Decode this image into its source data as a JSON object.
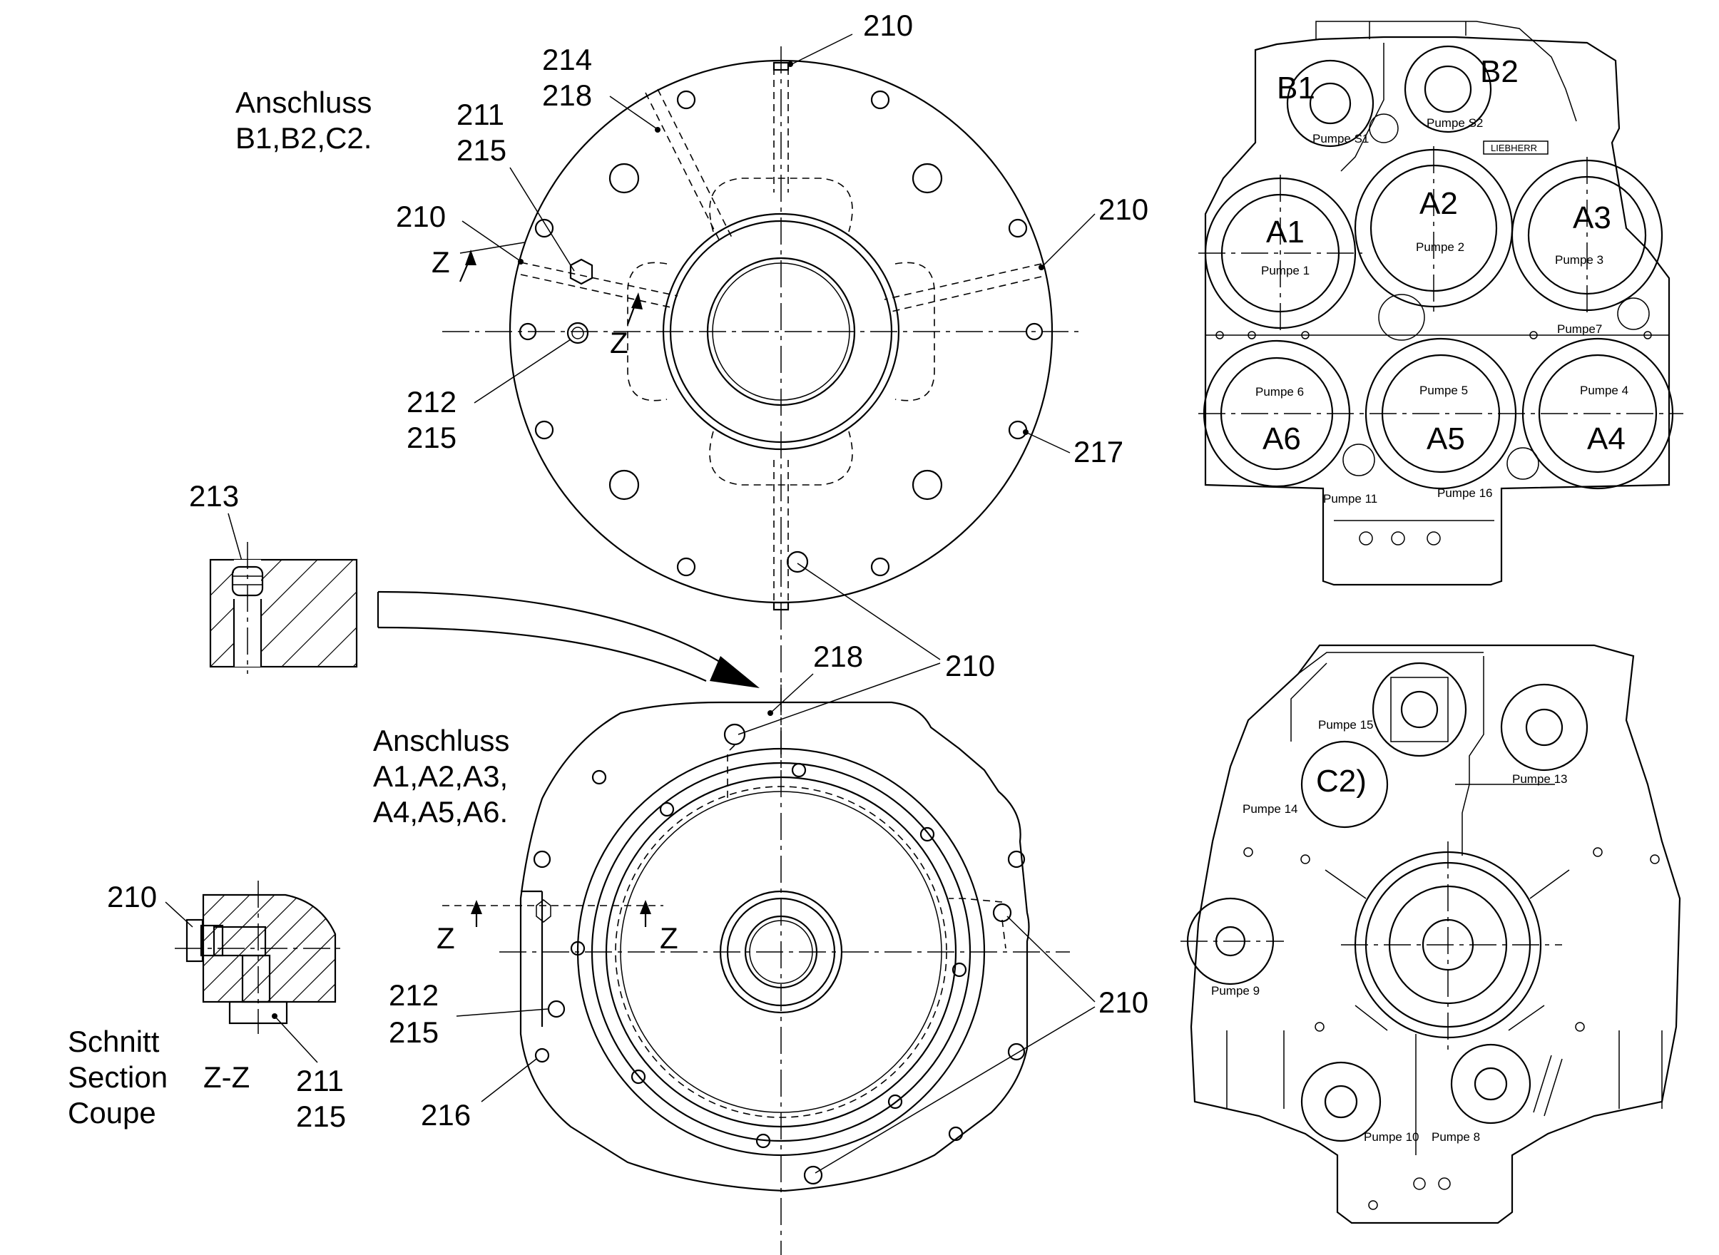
{
  "top_flange": {
    "connection_title": "Anschluss",
    "connection_ports": "B1,B2,C2.",
    "callouts": {
      "c210_top": "210",
      "c214": "214",
      "c218_top": "218",
      "c211_top": "211",
      "c215_top": "215",
      "c210_left": "210",
      "c210_right": "210",
      "c212_top": "212",
      "c215_mid": "215",
      "c217": "217"
    },
    "section_mark_left": "Z",
    "section_mark_right": "Z"
  },
  "detail_213": {
    "callout": "213"
  },
  "bottom_flange": {
    "connection_title": "Anschluss",
    "connection_ports_line1": "A1,A2,A3,",
    "connection_ports_line2": "A4,A5,A6.",
    "callouts": {
      "c218": "218",
      "c210_upper": "210",
      "c212": "212",
      "c215": "215",
      "c216": "216",
      "c210_lower": "210"
    },
    "section_mark_left": "Z",
    "section_mark_right": "Z"
  },
  "section_zz": {
    "callout_210": "210",
    "callout_211": "211",
    "callout_215": "215",
    "caption_line1": "Schnitt",
    "caption_line2": "Section",
    "caption_line3": "Coupe",
    "section_name": "Z-Z"
  },
  "gearbox_front": {
    "brand_plate": "LIEBHERR",
    "ports": {
      "b1": "B1",
      "b2": "B2",
      "a1": "A1",
      "a2": "A2",
      "a3": "A3",
      "a4": "A4",
      "a5": "A5",
      "a6": "A6"
    },
    "pumps": {
      "s1": "Pumpe S1",
      "s2": "Pumpe S2",
      "p1": "Pumpe 1",
      "p2": "Pumpe 2",
      "p3": "Pumpe 3",
      "p4": "Pumpe 4",
      "p5": "Pumpe 5",
      "p6": "Pumpe 6",
      "p7": "Pumpe7",
      "p11": "Pumpe 11",
      "p16": "Pumpe 16"
    }
  },
  "gearbox_rear": {
    "port_c2": "C2)",
    "pumps": {
      "p15": "Pumpe 15",
      "p13": "Pumpe 13",
      "p14": "Pumpe 14",
      "p9": "Pumpe 9",
      "p10": "Pumpe 10",
      "p8": "Pumpe 8"
    }
  }
}
